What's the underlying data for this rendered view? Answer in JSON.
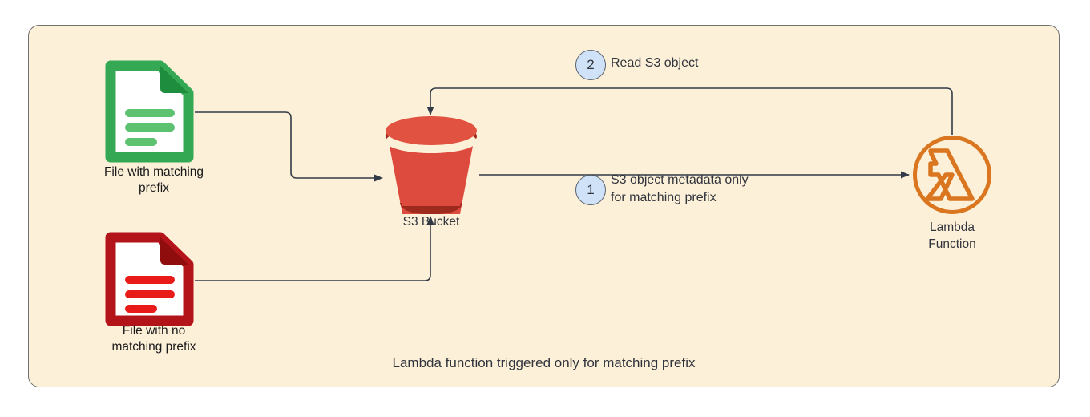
{
  "diagram": {
    "type": "aws-architecture-flow",
    "background_color": "#fdf0d9",
    "border_color": "#6f6f6f",
    "caption": "Lambda function triggered only for matching prefix",
    "nodes": [
      {
        "id": "file-matching",
        "icon": "document-icon",
        "color": "#34a853",
        "accent_color": "#1e8e3e",
        "label": "File with matching\nprefix"
      },
      {
        "id": "file-no-matching",
        "icon": "document-icon",
        "color": "#e01b18",
        "accent_color": "#8f0d0d",
        "label": "File with no\nmatching prefix"
      },
      {
        "id": "s3-bucket",
        "icon": "s3-bucket-icon",
        "color": "#dd4b3e",
        "accent_color": "#9e2a1e",
        "label": "S3 Bucket"
      },
      {
        "id": "lambda-function",
        "icon": "lambda-icon",
        "color": "#d9761f",
        "label": "Lambda\nFunction"
      }
    ],
    "steps": [
      {
        "number": "1",
        "text": "S3 object metadata only\nfor matching prefix",
        "badge_fill": "#cfe2f7",
        "badge_stroke": "#5b6470"
      },
      {
        "number": "2",
        "text": "Read S3 object",
        "badge_fill": "#cfe2f7",
        "badge_stroke": "#5b6470"
      }
    ],
    "connectors": [
      {
        "id": "green-file-to-bucket",
        "from": "file-matching",
        "to": "s3-bucket",
        "arrow": true
      },
      {
        "id": "red-file-to-bucket",
        "from": "file-no-matching",
        "to": "s3-bucket",
        "arrow": true
      },
      {
        "id": "bucket-to-lambda",
        "from": "s3-bucket",
        "to": "lambda-function",
        "arrow": true,
        "step": "1"
      },
      {
        "id": "lambda-to-bucket",
        "from": "lambda-function",
        "to": "s3-bucket",
        "arrow": true,
        "step": "2"
      }
    ]
  }
}
